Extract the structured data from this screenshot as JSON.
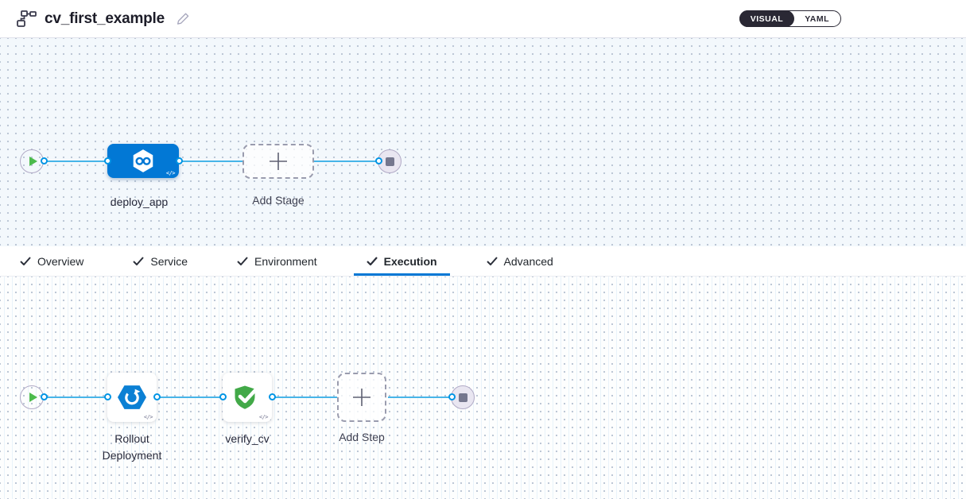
{
  "header": {
    "title": "cv_first_example",
    "view_toggle": {
      "options": [
        "VISUAL",
        "YAML"
      ],
      "selected": "VISUAL"
    }
  },
  "icons": {
    "pipeline": "pipeline-graph-icon",
    "pencil": "edit-pencil-icon",
    "code": "</>",
    "start": "play-icon",
    "end": "stop-icon",
    "stage_type": "cd-hexagon-infinity-icon",
    "rollout": "rollout-circular-arrow-icon",
    "verify": "shield-check-icon"
  },
  "stage_pipeline": {
    "stage_name": "deploy_app",
    "add_stage_label": "Add Stage"
  },
  "tabs": [
    {
      "label": "Overview",
      "checked": true,
      "active": false
    },
    {
      "label": "Service",
      "checked": true,
      "active": false
    },
    {
      "label": "Environment",
      "checked": true,
      "active": false
    },
    {
      "label": "Execution",
      "checked": true,
      "active": true
    },
    {
      "label": "Advanced",
      "checked": true,
      "active": false
    }
  ],
  "execution": {
    "step_labels": [
      "Rollout Deployment",
      "verify_cv"
    ],
    "add_step_label": "Add Step"
  },
  "colors": {
    "primary_blue": "#0278d5",
    "connector_blue": "#47b5e8",
    "port_border_blue": "#0094e4",
    "success_green": "#42a948",
    "start_green": "#4cbb4c",
    "toggle_dark": "#2a2834",
    "canvas_stage_bg": "#f3f8fc",
    "canvas_exec_bg": "#fdfefe"
  }
}
